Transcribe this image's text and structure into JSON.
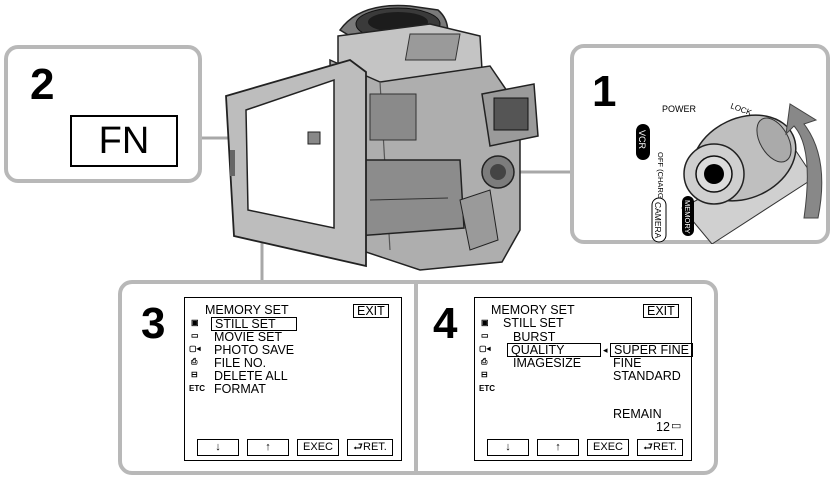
{
  "step1": {
    "number": "1",
    "power_label": "POWER",
    "lock_label": "LOCK",
    "positions": [
      "VCR",
      "OFF (CHARGE)",
      "CAMERA",
      "MEMORY"
    ]
  },
  "step2": {
    "number": "2",
    "button_label": "FN"
  },
  "step3": {
    "number": "3",
    "title": "MEMORY SET",
    "exit": "EXIT",
    "items": [
      "STILL SET",
      "MOVIE SET",
      "PHOTO SAVE",
      "FILE NO.",
      "DELETE ALL",
      "FORMAT"
    ],
    "buttons": {
      "down": "↓",
      "up": "↑",
      "exec": "EXEC",
      "ret": "RET."
    }
  },
  "step4": {
    "number": "4",
    "title": "MEMORY SET",
    "exit": "EXIT",
    "submenu": "STILL SET",
    "items": [
      "BURST",
      "QUALITY",
      "IMAGESIZE"
    ],
    "options": [
      "SUPER FINE",
      "FINE",
      "STANDARD"
    ],
    "remain_label": "REMAIN",
    "remain_value": "12",
    "buttons": {
      "down": "↓",
      "up": "↑",
      "exec": "EXEC",
      "ret": "RET."
    }
  },
  "icons": {
    "etc": "ETC"
  }
}
